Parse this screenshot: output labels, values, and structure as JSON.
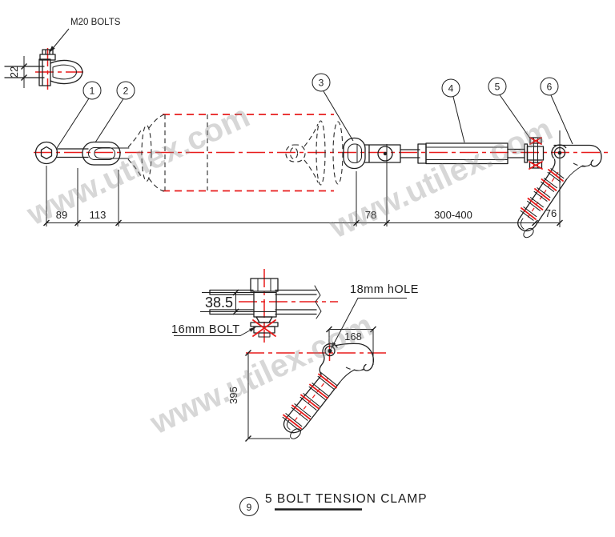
{
  "drawing": {
    "watermark": "www.utilex.com",
    "title": {
      "balloon": "9",
      "text": "5 BOLT TENSION CLAMP"
    },
    "balloons": {
      "b1": "1",
      "b2": "2",
      "b3": "3",
      "b4": "4",
      "b5": "5",
      "b6": "6"
    },
    "labels": {
      "m20_bolts": "M20 BOLTS",
      "bolt_16mm": "16mm BOLT",
      "hole_18mm": "18mm hOLE"
    },
    "dimensions": {
      "strap_thickness": "22",
      "ball_eye_length": "89",
      "link_length": "113",
      "socket_length": "78",
      "turnbuckle_range": "300-400",
      "clamp_offset": "76",
      "plate_gap": "38.5",
      "clamp_top_width": "168",
      "clamp_height": "395"
    },
    "colors": {
      "centerline": "#e81c1c",
      "line": "#1f1f1f",
      "watermark": "#d4d4d4"
    }
  }
}
